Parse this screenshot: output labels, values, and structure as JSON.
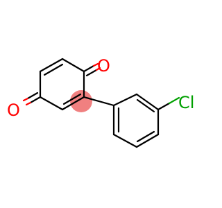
{
  "molecule": {
    "atoms": {
      "o1": "O",
      "o2": "O",
      "cl": "Cl"
    },
    "highlight_color": "#f08080",
    "colors": {
      "carbon": "#000000",
      "oxygen": "#ff0000",
      "chlorine": "#00a000"
    }
  }
}
